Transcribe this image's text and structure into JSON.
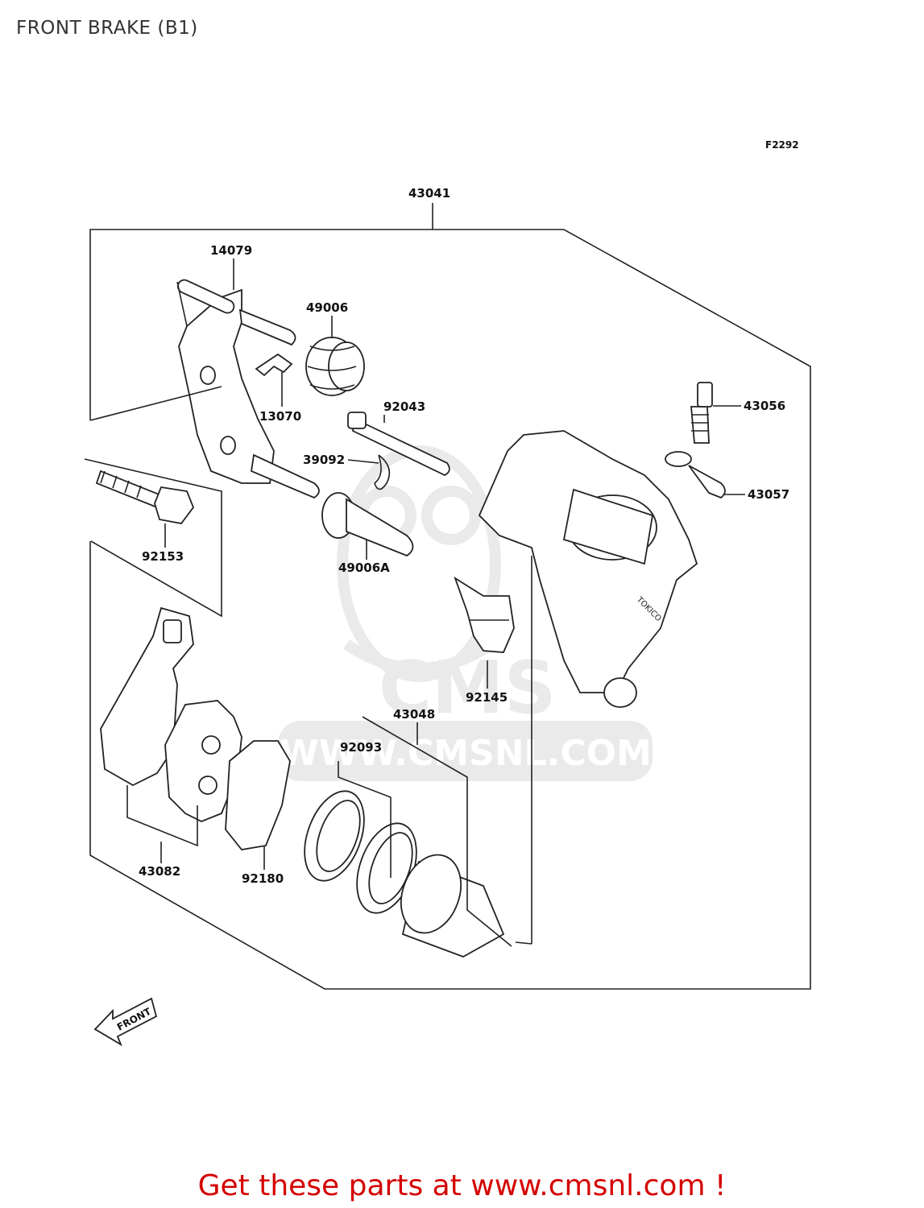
{
  "title": "FRONT BRAKE (B1)",
  "reference_code": "F2292",
  "watermark": {
    "text": "WWW.CMSNL.COM",
    "logo": "CMS"
  },
  "front_arrow_label": "FRONT",
  "parts": {
    "p43041": "43041",
    "p14079": "14079",
    "p49006": "49006",
    "p13070": "13070",
    "p92043": "92043",
    "p39092": "39092",
    "p43056": "43056",
    "p43057": "43057",
    "p92153": "92153",
    "p49006A": "49006A",
    "p92145": "92145",
    "p43048": "43048",
    "p92093": "92093",
    "p43082": "43082",
    "p92180": "92180"
  },
  "footer": {
    "text": "Get these parts at www.cmsnl.com !"
  },
  "colors": {
    "footer": "#d40000",
    "watermark": "#d9d9d9",
    "lines": "#222222"
  }
}
